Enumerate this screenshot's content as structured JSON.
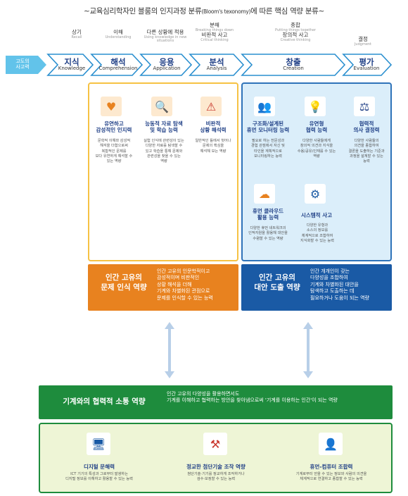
{
  "title": "~교육심리학자인 블룸의 인지과정 분류",
  "title_small": "(Bloom's texonomy)",
  "title_tail": "에 따른 핵심 역량 분류~",
  "start": {
    "line1": "고도의",
    "line2": "사고력"
  },
  "top_labels": [
    {
      "ko": "상기",
      "en": "Recall"
    },
    {
      "ko": "이해",
      "en": "Understanding"
    },
    {
      "ko": "다른 상황에 적용",
      "en": "Using knowledge in new situations"
    },
    {
      "ko": "분해",
      "en": "Breaking things down"
    },
    {
      "ko": "비판적 사고",
      "en": "Critical thinking"
    },
    {
      "ko": "종합",
      "en": "Putting things together"
    },
    {
      "ko": "창의적 사고",
      "en": "Creative thinking"
    },
    {
      "ko": "결정",
      "en": "Judgment"
    }
  ],
  "levels": [
    {
      "ko": "지식",
      "en": "Knowledge"
    },
    {
      "ko": "해석",
      "en": "Comprehension"
    },
    {
      "ko": "응용",
      "en": "Application"
    },
    {
      "ko": "분석",
      "en": "Analysis"
    },
    {
      "ko": "창출",
      "en": "Creation"
    },
    {
      "ko": "평가",
      "en": "Evaluation"
    }
  ],
  "yellow_cards": [
    {
      "icon": "heart-chart-icon",
      "title": "유연하고\n감성적인 인지력",
      "desc": "문학적 이해와 감성적\n해석을 더함으로써\n복합적인 문제를\n보다 유연하게 해석할 수\n있는 역량"
    },
    {
      "icon": "search-document-icon",
      "title": "능동적 자료 탐색\n및 학습 능력",
      "desc": "실험 인식에 관련성이 있는\n다양한 자료를 탐색할 수\n있고 학습을 통해 문제와\n관련성을 찾을 수 있는\n역량"
    },
    {
      "icon": "critical-thinking-icon",
      "title": "비판적\n상황 해석력",
      "desc": "일반적인 틀에서 벗어나\n문제의 핵심을\n해석해 보는 역량"
    }
  ],
  "blue_cards": [
    {
      "icon": "monitoring-icon",
      "title": "구조화/설계된\n휴먼 모니터링 능력",
      "desc": "필요로 하는 전문성과\n경험 관점에서 자신 및\n타인을 계획적으로\n모니터링하는 능력"
    },
    {
      "icon": "flexible-thinking-icon",
      "title": "유연형\n협력 능력",
      "desc": "다양한 사람들에게\n창의적 의견과 지식을\n수용/공유/인재를 수 있는\n역량"
    },
    {
      "icon": "decision-icon",
      "title": "협력적\n의사 결정력",
      "desc": "다양한 사람들의\n의견을 종합하여\n결론을 도출하는 기준과\n과정을 설계할 수 있는\n능력"
    },
    {
      "icon": "crowd-icon",
      "title": "휴먼 클라우드\n활용 능력",
      "desc": "다양한 휴먼 네트워크의\n인적자원을 활용해 대안을\n수렴할 수 있는 역량"
    },
    {
      "icon": "system-icon",
      "title": "시스템적 사고",
      "desc": "다양한 유형과\n소스의 정보를\n체계적으로 조합하여\n지식화할 수 있는 능력"
    }
  ],
  "orange_box": {
    "title": "인간 고유의\n문제 인식 역량",
    "desc": "인간 고유의 인문학적이고\n감성적이며 비판적인\n상황 해석을 더해\n기계와 차별화된 관점으로\n문제를 인식할 수 있는 능력"
  },
  "blue_box": {
    "title": "인간 고유의\n대안 도출 역량",
    "desc": "인간 개개인이 갖는\n다양성을 조합하여\n기계와 차별화된 대안을\n탐색하고 도출하는 데\n필요하거나 도움이 되는 역량"
  },
  "green_box": {
    "title": "기계와의 협력적 소통 역량",
    "desc": "인간 고유의 다양성을 활용하면서도\n기계를 이해하고 협력하는 방안을 찾아냄으로써 '기계를 이용하는 인간'이 되는 역량"
  },
  "bottom_cards": [
    {
      "icon": "digital-monitor-icon",
      "title": "디지털 문해력",
      "desc": "ICT 기기의 특성과 그로부터 발생하는\n디지털 정보를 이해하고 활용할 수 있는 능력"
    },
    {
      "icon": "tools-icon",
      "title": "정교한 첨단기술 조작 역량",
      "desc": "첨단기술·기기를 정교하게 조작하거나\n검수·보정할 수 있는 능력"
    },
    {
      "icon": "human-computer-icon",
      "title": "휴먼-컴퓨터 조합력",
      "desc": "기계로부터 얻을 수 있는 정보와 사람의 의견을\n체계적으로 연결하고 종합할 수 있는 능력"
    }
  ],
  "colors": {
    "navy": "#1f3f86",
    "yellow": "#f6c244",
    "orange": "#e8821f",
    "blue": "#1a5aa5",
    "green": "#1e8c3d",
    "light_blue": "#dbeefa",
    "light_green": "#eef5d6"
  }
}
